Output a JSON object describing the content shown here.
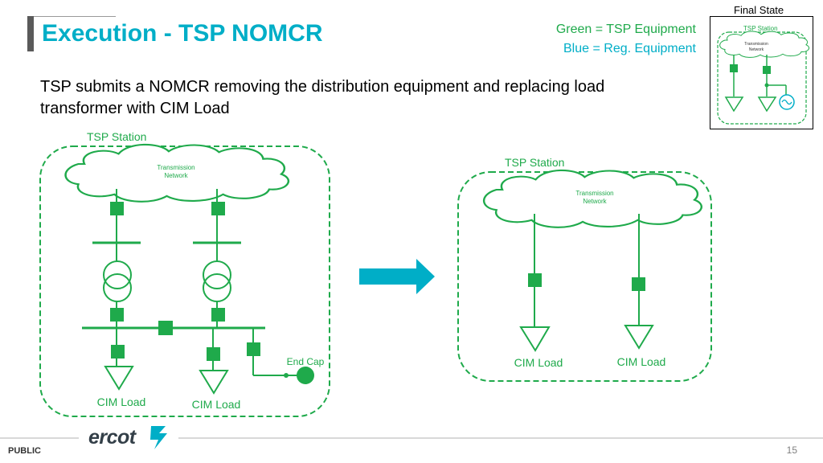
{
  "slide": {
    "title": "Execution - TSP NOMCR",
    "subtitle": "TSP submits a NOMCR removing the distribution equipment and replacing load transformer with CIM Load",
    "page_number": "15",
    "classification": "PUBLIC",
    "logo_text": "ercot"
  },
  "legend": {
    "green": "Green = TSP Equipment",
    "blue": "Blue = Reg. Equipment"
  },
  "final_state": {
    "label": "Final State",
    "station_label": "TSP Station",
    "network_line1": "Transmission",
    "network_line2": "Network"
  },
  "before": {
    "station_label": "TSP Station",
    "network_line1": "Transmission",
    "network_line2": "Network",
    "end_cap_label": "End Cap",
    "load_left": "CIM Load",
    "load_right": "CIM Load"
  },
  "after": {
    "station_label": "TSP Station",
    "network_line1": "Transmission",
    "network_line2": "Network",
    "load_left": "CIM Load",
    "load_right": "CIM Load"
  },
  "colors": {
    "tsp_green": "#1faa4b",
    "reg_blue": "#00aec7",
    "title": "#00aec7"
  }
}
